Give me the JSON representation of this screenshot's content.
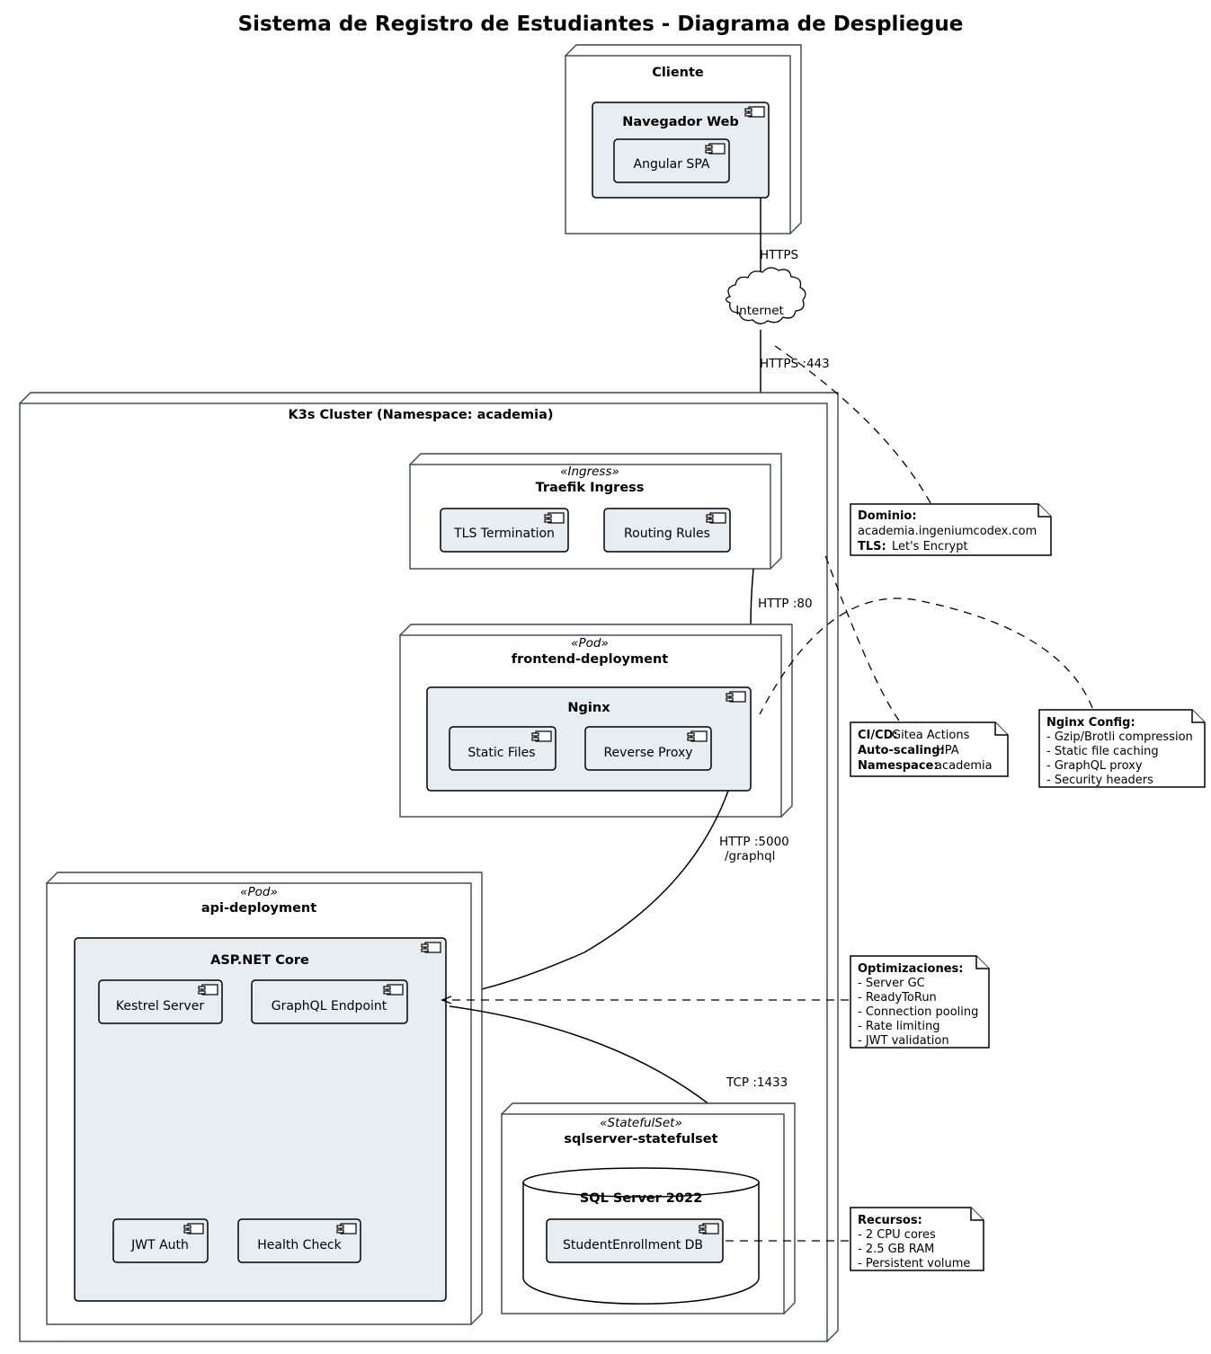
{
  "title": "Sistema de Registro de Estudiantes - Diagrama de Despliegue",
  "nodes": {
    "cliente": {
      "name": "Cliente",
      "component": {
        "name": "Navegador Web",
        "icon": "component-icon",
        "children": [
          {
            "name": "Angular SPA",
            "icon": "component-icon"
          }
        ]
      }
    },
    "internet": {
      "name": "Internet",
      "icon": "cloud-icon"
    },
    "cluster": {
      "name": "K3s Cluster (Namespace: academia)"
    },
    "ingress": {
      "stereotype": "«Ingress»",
      "name": "Traefik Ingress",
      "children": [
        {
          "name": "TLS Termination",
          "icon": "component-icon"
        },
        {
          "name": "Routing Rules",
          "icon": "component-icon"
        }
      ]
    },
    "frontend": {
      "stereotype": "«Pod»",
      "name": "frontend-deployment",
      "component": {
        "name": "Nginx",
        "icon": "component-icon",
        "children": [
          {
            "name": "Static Files",
            "icon": "component-icon"
          },
          {
            "name": "Reverse Proxy",
            "icon": "component-icon"
          }
        ]
      }
    },
    "api": {
      "stereotype": "«Pod»",
      "name": "api-deployment",
      "component": {
        "name": "ASP.NET Core",
        "icon": "component-icon",
        "children": [
          {
            "name": "Kestrel Server",
            "icon": "component-icon"
          },
          {
            "name": "GraphQL Endpoint",
            "icon": "component-icon"
          },
          {
            "name": "JWT Auth",
            "icon": "component-icon"
          },
          {
            "name": "Health Check",
            "icon": "component-icon"
          }
        ]
      }
    },
    "database": {
      "stereotype": "«StatefulSet»",
      "name": "sqlserver-statefulset",
      "component": {
        "name": "SQL Server 2022",
        "icon": "database-cylinder-icon",
        "children": [
          {
            "name": "StudentEnrollment DB",
            "icon": "component-icon"
          }
        ]
      }
    }
  },
  "connections": [
    {
      "id": "browser-internet",
      "label": "HTTPS"
    },
    {
      "id": "internet-ingress",
      "label": "HTTPS :443"
    },
    {
      "id": "ingress-nginx",
      "label": "HTTP :80"
    },
    {
      "id": "nginx-api-line1",
      "label": "HTTP :5000"
    },
    {
      "id": "nginx-api-line2",
      "label": "/graphql"
    },
    {
      "id": "api-db",
      "label": "TCP :1433"
    }
  ],
  "notes": {
    "dominio": {
      "lines": [
        {
          "bold": "Dominio:",
          "text": ""
        },
        {
          "bold": "",
          "text": "academia.ingeniumcodex.com"
        },
        {
          "bold": "TLS:",
          "text": " Let's Encrypt"
        }
      ]
    },
    "cicd": {
      "lines": [
        {
          "bold": "CI/CD:",
          "text": " Gitea Actions"
        },
        {
          "bold": "Auto-scaling:",
          "text": " HPA"
        },
        {
          "bold": "Namespace:",
          "text": " academia"
        }
      ]
    },
    "nginx_config": {
      "lines": [
        {
          "bold": "Nginx Config:",
          "text": ""
        },
        {
          "bold": "",
          "text": "- Gzip/Brotli compression"
        },
        {
          "bold": "",
          "text": "- Static file caching"
        },
        {
          "bold": "",
          "text": "- GraphQL proxy"
        },
        {
          "bold": "",
          "text": "- Security headers"
        }
      ]
    },
    "optimizaciones": {
      "lines": [
        {
          "bold": "Optimizaciones:",
          "text": ""
        },
        {
          "bold": "",
          "text": "- Server GC"
        },
        {
          "bold": "",
          "text": "- ReadyToRun"
        },
        {
          "bold": "",
          "text": "- Connection pooling"
        },
        {
          "bold": "",
          "text": "- Rate limiting"
        },
        {
          "bold": "",
          "text": "- JWT validation"
        }
      ]
    },
    "recursos": {
      "lines": [
        {
          "bold": "Recursos:",
          "text": ""
        },
        {
          "bold": "",
          "text": "- 2 CPU cores"
        },
        {
          "bold": "",
          "text": "- 2.5 GB RAM"
        },
        {
          "bold": "",
          "text": "- Persistent volume"
        }
      ]
    }
  },
  "colors": {
    "component_fill": "#e8edf1",
    "node_stroke": "#3d434d",
    "line": "#000000",
    "background": "#ffffff"
  }
}
